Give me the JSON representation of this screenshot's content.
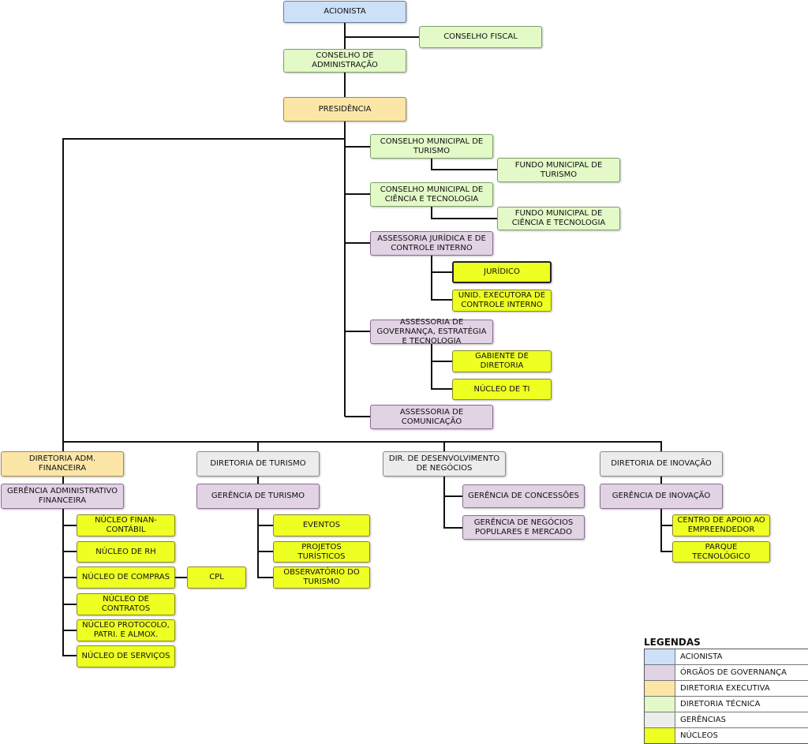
{
  "org_chart": {
    "acionista": "ACIONISTA",
    "conselho_fiscal": "CONSELHO FISCAL",
    "conselho_administracao": "CONSELHO DE ADMINISTRAÇÃO",
    "presidencia": "PRESIDÊNCIA",
    "cons_mun_turismo": "CONSELHO MUNICIPAL DE TURISMO",
    "fundo_mun_turismo": "FUNDO MUNICIPAL DE TURISMO",
    "cons_mun_ciencia": "CONSELHO MUNICIPAL DE CIÊNCIA E TECNOLOGIA",
    "fundo_mun_ciencia": "FUNDO MUNICIPAL DE CIÊNCIA E TECNOLOGIA",
    "assessoria_juridica": "ASSESSORIA JURÍDICA E DE CONTROLE INTERNO",
    "juridico": "JURÍDICO",
    "unid_executora": "UNID. EXECUTORA DE CONTROLE INTERNO",
    "assessoria_governanca": "ASSESSORIA DE GOVERNANÇA, ESTRATÉGIA E TECNOLOGIA",
    "gabinete": "GABIENTE DE DIRETORIA",
    "nucleo_ti": "NÚCLEO DE TI",
    "assessoria_comunicacao": "ASSESSORIA DE COMUNICAÇÃO",
    "dir_adm": "DIRETORIA ADM. FINANCEIRA",
    "ger_adm": "GERÊNCIA ADMINISTRATIVO FINANCEIRA",
    "nuc_finan": "NÚCLEO FINAN- CONTÁBIL",
    "nuc_rh": "NÚCLEO DE RH",
    "nuc_compras": "NÚCLEO DE COMPRAS",
    "cpl": "CPL",
    "nuc_contratos": "NÚCLEO DE CONTRATOS",
    "nuc_protocolo": "NÚCLEO PROTOCOLO, PATRI. E ALMOX.",
    "nuc_servicos": "NÚCLEO DE SERVIÇOS",
    "dir_turismo": "DIRETORIA DE TURISMO",
    "ger_turismo": "GERÊNCIA DE TURISMO",
    "eventos": "EVENTOS",
    "projetos": "PROJETOS TURÍSTICOS",
    "observatorio": "OBSERVATÓRIO DO TURISMO",
    "dir_desenv": "DIR. DE DESENVOLVIMENTO DE NEGÓCIOS",
    "ger_concessoes": "GERÊNCIA DE CONCESSÕES",
    "ger_negocios": "GERÊNCIA DE NEGÓCIOS POPULARES E MERCADO",
    "dir_inovacao": "DIRETORIA DE INOVAÇÃO",
    "ger_inovacao": "GERÊNCIA DE INOVAÇÃO",
    "centro_apoio": "CENTRO DE APOIO AO EMPREENDEDOR",
    "parque": "PARQUE TECNOLÓGICO"
  },
  "legend": {
    "title": "LEGENDAS",
    "items": [
      {
        "label": "ACIONISTA",
        "color": "#cce0f8"
      },
      {
        "label": "ÓRGÃOS DE GOVERNANÇA",
        "color": "#e1d2e4"
      },
      {
        "label": "DIRETORIA EXECUTIVA",
        "color": "#fbe6a8"
      },
      {
        "label": "DIRETORIA TÉCNICA",
        "color": "#e3f9c7"
      },
      {
        "label": "GERÊNCIAS",
        "color": "#ececec"
      },
      {
        "label": "NÚCLEOS",
        "color": "#eeff22"
      }
    ]
  }
}
